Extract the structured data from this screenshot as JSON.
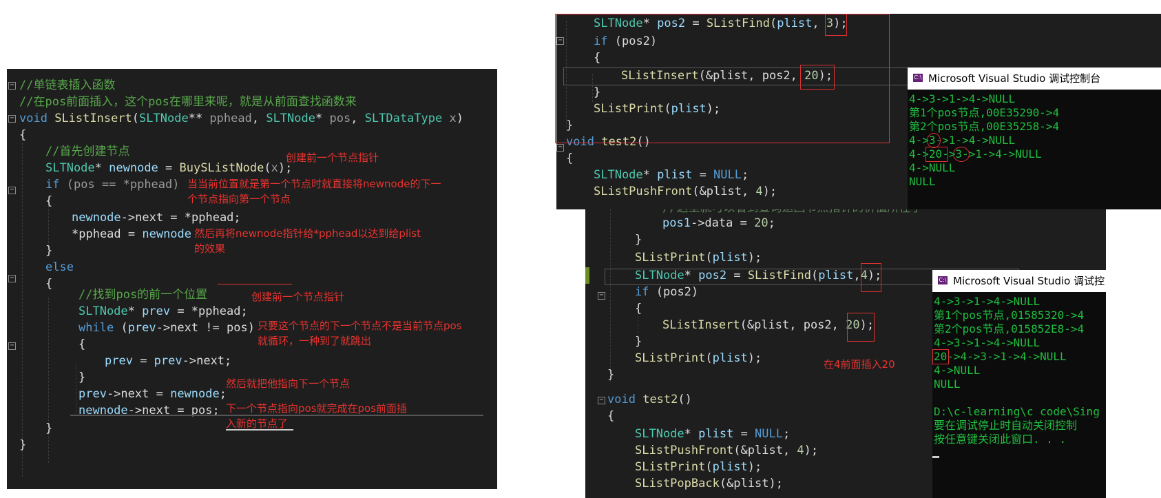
{
  "left_editor": {
    "comment_insert_fn": "//单链表插入函数",
    "comment_pos_front": "//在pos前面插入，这个pos在哪里来呢，就是从前面查找函数来",
    "sig_void": "void",
    "sig_fn": "SListInsert",
    "sig_t1": "SLTNode",
    "sig_p1": "pphead",
    "sig_t2": "SLTNode",
    "sig_p2": "pos",
    "sig_t3": "SLTDataType",
    "sig_p3": "x",
    "comment_create_node": "//首先创建节点",
    "newnode_type": "SLTNode",
    "newnode_var": "newnode",
    "newnode_fn": "BuySListNode",
    "newnode_arg": "x",
    "if_kw": "if",
    "if_cond": "(pos == *pphead)",
    "assign1_lhs": "newnode",
    "assign1_rest": "->next = *pphead;",
    "assign2_lhs": "*pphead = ",
    "assign2_rhs": "newnode",
    "else_kw": "else",
    "comment_find_prev": "//找到pos的前一个位置",
    "prev_type": "SLTNode",
    "prev_var": "prev",
    "prev_init": " = *pphead;",
    "while_kw": "while",
    "while_cond_a": "prev",
    "while_cond_b": "->next != pos)",
    "loop_body_a": "prev",
    "loop_body_b": " = ",
    "loop_body_c": "prev",
    "loop_body_d": "->next;",
    "link1_a": "prev",
    "link1_b": "->next = ",
    "link1_c": "newnode",
    "link2_a": "newnode",
    "link2_b": "->next = pos;",
    "annotations": {
      "a1": "创建前一个节点指针",
      "a2": "当当前位置就是第一个节点时就直接将newnode的下一\n个节点指向第一个节点",
      "a3": "然后再将newnode指针给*pphead以达到给plist\n的效果",
      "a4": "创建前一个节点指针",
      "a5": "只要这个节点的下一个节点不是当前节点pos\n就循环，一种到了就跳出",
      "a6": "然后就把他指向下一个节点",
      "a7": "下一个节点指向pos就完成在pos前面插\n入新的节点了"
    }
  },
  "top_editor": {
    "l1_type": "SLTNode",
    "l1_var": "pos2",
    "l1_fn": "SListFind",
    "l1_arg": "plist",
    "l1_num": "3",
    "l2_kw": "if",
    "l2_cond": "(pos2)",
    "l4_fn": "SListInsert",
    "l4_arg": "(&plist, pos2, ",
    "l4_num": "20",
    "l6_fn": "SListPrint",
    "l6_arg": "plist",
    "l8_kw": "void",
    "l8_fn": "test2",
    "l10_type": "SLTNode",
    "l10_var": "plist",
    "l10_null": "NULL",
    "l11_fn": "SListPushFront",
    "l11_arg": "(&plist, ",
    "l11_num": "4"
  },
  "console_top": {
    "title": "Microsoft Visual Studio 调试控制台",
    "icon": "C:\\",
    "lines": [
      "4->3->1->4->NULL",
      "第1个pos节点,00E35290->4",
      "第2个pos节点,00E35258->4",
      "4->3->1->4->NULL",
      "4->20->3->1->4->NULL",
      "4->NULL",
      "NULL"
    ]
  },
  "bottom_editor": {
    "b0": "//这里就可以看到查询返回节点指针的价值所在了",
    "b1_var": "pos1",
    "b1_rest": "->data = ",
    "b1_num": "20",
    "b3_fn": "SListPrint",
    "b3_arg": "plist",
    "b4_type": "SLTNode",
    "b4_var": "pos2",
    "b4_fn": "SListFind",
    "b4_arg": "plist",
    "b4_num": "4",
    "b5_kw": "if",
    "b5_cond": "(pos2)",
    "b7_fn": "SListInsert",
    "b7_arg": "(&plist, pos2, ",
    "b7_num": "20",
    "b9_fn": "SListPrint",
    "b9_arg": "plist",
    "b9_note": "在4前面插入20",
    "b11_kw": "void",
    "b11_fn": "test2",
    "b13_type": "SLTNode",
    "b13_var": "plist",
    "b13_null": "NULL",
    "b14_fn": "SListPushFront",
    "b14_arg": "(&plist, ",
    "b14_num": "4",
    "b15_fn": "SListPrint",
    "b15_arg": "plist",
    "b16_fn": "SListPopBack",
    "b16_arg": "(&plist);"
  },
  "console_bottom": {
    "title": "Microsoft Visual Studio 调试控",
    "icon": "C:\\",
    "lines": [
      "4->3->1->4->NULL",
      "第1个pos节点,01585320->4",
      "第2个pos节点,015852E8->4",
      "4->3->1->4->NULL",
      "20->4->3->1->4->NULL",
      "4->NULL",
      "NULL",
      "",
      "D:\\c-learning\\c code\\Sing",
      "要在调试停止时自动关闭控制",
      "按任意键关闭此窗口. . ."
    ]
  },
  "colors": {
    "editor_bg": "#1e1e1e",
    "keyword": "#569cd6",
    "type": "#4ec9b0",
    "function": "#dcdcaa",
    "comment": "#57a64a",
    "console_text": "#1fbf3f",
    "annotation": "#e8332f"
  }
}
